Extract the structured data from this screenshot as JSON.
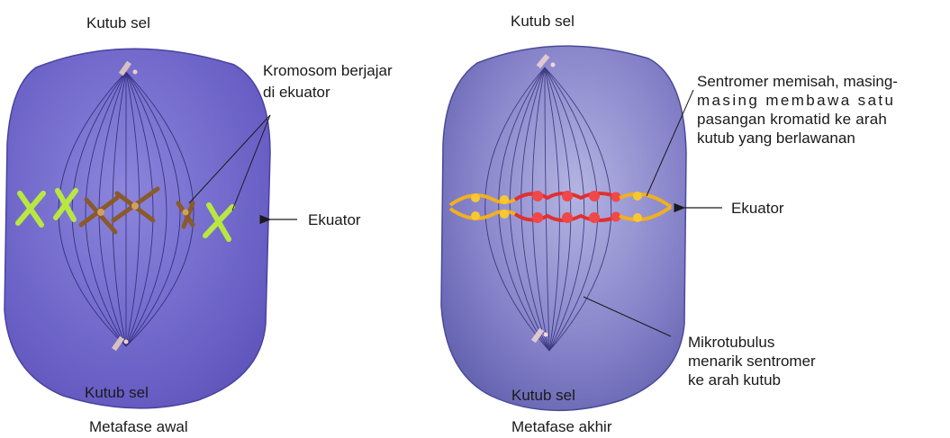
{
  "left_panel": {
    "pole_top": "Kutub sel",
    "pole_bottom": "Kutub sel",
    "callout_chromosome_line1": "Kromosom berjajar",
    "callout_chromosome_line2": "di ekuator",
    "equator_label": "Ekuator",
    "caption": "Metafase awal"
  },
  "right_panel": {
    "pole_top": "Kutub sel",
    "pole_bottom": "Kutub sel",
    "callout_centromere_line1": "Sentromer memisah, masing-",
    "callout_centromere_line2": "masing membawa satu",
    "callout_centromere_line3": "pasangan kromatid ke arah",
    "callout_centromere_line4": "kutub yang berlawanan",
    "equator_label": "Ekuator",
    "callout_microtubule_line1": "Mikrotubulus",
    "callout_microtubule_line2": "menarik sentromer",
    "callout_microtubule_line3": "ke arah kutub",
    "caption": "Metafase akhir"
  },
  "colors": {
    "cell_left": "#6e64c8",
    "cell_right": "#7a78c4",
    "chromosome_green": "#b8e840",
    "chromosome_brown": "#8a5a2a",
    "chromatid_red": "#e03030",
    "chromatid_yellow": "#f0b020"
  }
}
